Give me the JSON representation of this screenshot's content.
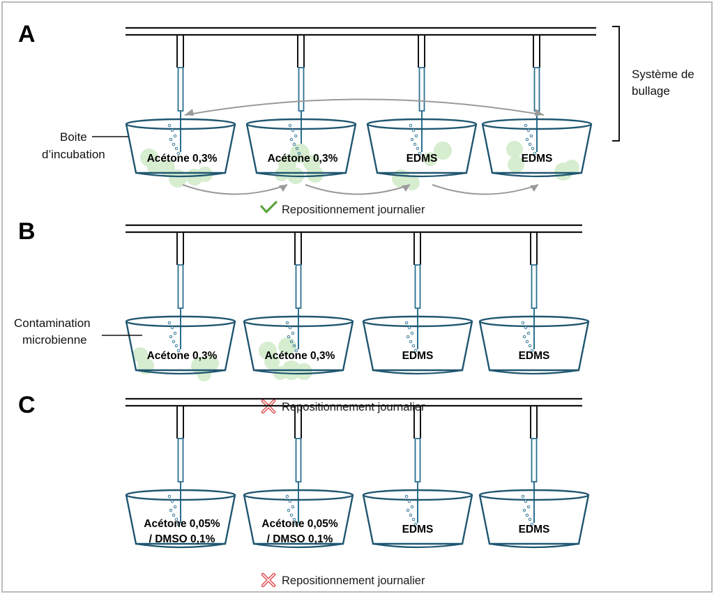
{
  "figure": {
    "panels": [
      {
        "letter": "A",
        "status_icon": "check-icon",
        "status_color": "#5aa33a",
        "status_text": "Repositionnement journalier",
        "tanks": [
          {
            "label_lines": [
              "Acétone 0,3%"
            ],
            "contaminated": true
          },
          {
            "label_lines": [
              "Acétone 0,3%"
            ],
            "contaminated": true
          },
          {
            "label_lines": [
              "EDMS"
            ],
            "contaminated": true
          },
          {
            "label_lines": [
              "EDMS"
            ],
            "contaminated": true
          }
        ]
      },
      {
        "letter": "B",
        "status_icon": "cross-icon",
        "status_color": "#e0484b",
        "status_text": "Repositionnement journalier",
        "tanks": [
          {
            "label_lines": [
              "Acétone 0,3%"
            ],
            "contaminated": true
          },
          {
            "label_lines": [
              "Acétone 0,3%"
            ],
            "contaminated": true
          },
          {
            "label_lines": [
              "EDMS"
            ],
            "contaminated": false
          },
          {
            "label_lines": [
              "EDMS"
            ],
            "contaminated": false
          }
        ]
      },
      {
        "letter": "C",
        "status_icon": "cross-icon",
        "status_color": "#e0484b",
        "status_text": "Repositionnement journalier",
        "tanks": [
          {
            "label_lines": [
              "Acétone 0,05%",
              "/ DMSO 0,1%"
            ],
            "contaminated": false
          },
          {
            "label_lines": [
              "Acétone 0,05%",
              "/ DMSO 0,1%"
            ],
            "contaminated": false
          },
          {
            "label_lines": [
              "EDMS"
            ],
            "contaminated": false
          },
          {
            "label_lines": [
              "EDMS"
            ],
            "contaminated": false
          }
        ]
      }
    ],
    "annotations": {
      "bubbling_system": [
        "Système de",
        "bullage"
      ],
      "incubation_box": [
        "Boite",
        "d’incubation"
      ],
      "contamination": [
        "Contamination",
        "microbienne"
      ]
    },
    "colors": {
      "tank_outline": "#1f5670",
      "tube": "#2a6f90",
      "contamination": "#d6edd0",
      "bubbles": "#4a86a3",
      "pipe": "#111111",
      "frame_border": "#bbbbbb"
    }
  }
}
